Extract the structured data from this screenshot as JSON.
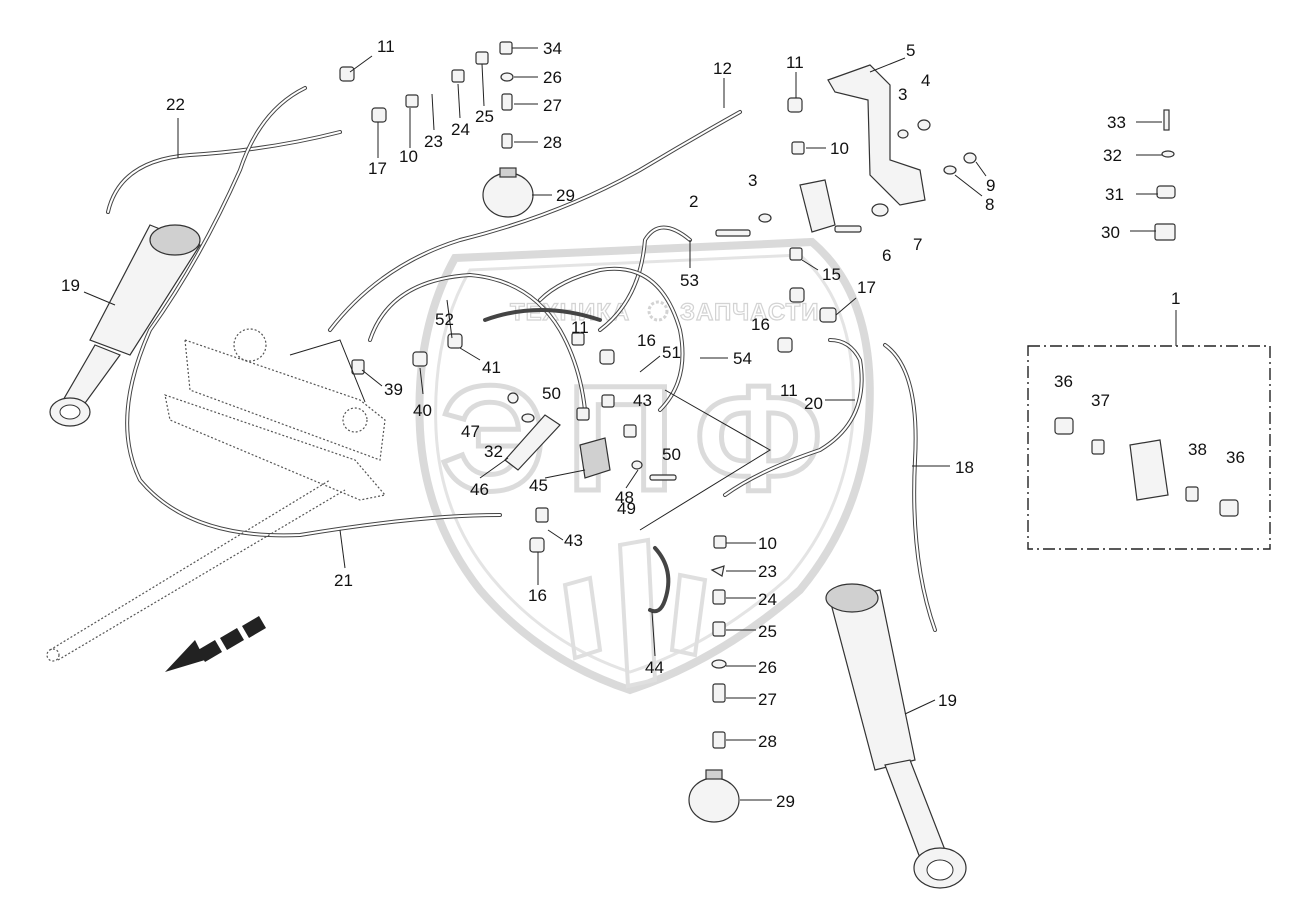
{
  "watermark": {
    "brand": "ТЕХНИКА",
    "brand2": "ЗАПЧАСТИ",
    "logo_letters": "ЭПФ"
  },
  "callouts": [
    {
      "id": "c-11a",
      "text": "11"
    },
    {
      "id": "c-34",
      "text": "34"
    },
    {
      "id": "c-26a",
      "text": "26"
    },
    {
      "id": "c-22",
      "text": "22"
    },
    {
      "id": "c-27a",
      "text": "27"
    },
    {
      "id": "c-28a",
      "text": "28"
    },
    {
      "id": "c-17a",
      "text": "17"
    },
    {
      "id": "c-10a",
      "text": "10"
    },
    {
      "id": "c-23a",
      "text": "23"
    },
    {
      "id": "c-24a",
      "text": "24"
    },
    {
      "id": "c-25a",
      "text": "25"
    },
    {
      "id": "c-29a",
      "text": "29"
    },
    {
      "id": "c-12",
      "text": "12"
    },
    {
      "id": "c-11b",
      "text": "11"
    },
    {
      "id": "c-5",
      "text": "5"
    },
    {
      "id": "c-3a",
      "text": "3"
    },
    {
      "id": "c-4",
      "text": "4"
    },
    {
      "id": "c-10b",
      "text": "10"
    },
    {
      "id": "c-9",
      "text": "9"
    },
    {
      "id": "c-8",
      "text": "8"
    },
    {
      "id": "c-3b",
      "text": "3"
    },
    {
      "id": "c-2",
      "text": "2"
    },
    {
      "id": "c-6",
      "text": "6"
    },
    {
      "id": "c-7",
      "text": "7"
    },
    {
      "id": "c-33",
      "text": "33"
    },
    {
      "id": "c-32a",
      "text": "32"
    },
    {
      "id": "c-31",
      "text": "31"
    },
    {
      "id": "c-30",
      "text": "30"
    },
    {
      "id": "c-19a",
      "text": "19"
    },
    {
      "id": "c-53",
      "text": "53"
    },
    {
      "id": "c-15",
      "text": "15"
    },
    {
      "id": "c-17b",
      "text": "17"
    },
    {
      "id": "c-16a",
      "text": "16"
    },
    {
      "id": "c-52",
      "text": "52"
    },
    {
      "id": "c-11c",
      "text": "11"
    },
    {
      "id": "c-16b",
      "text": "16"
    },
    {
      "id": "c-51",
      "text": "51"
    },
    {
      "id": "c-54",
      "text": "54"
    },
    {
      "id": "c-41",
      "text": "41"
    },
    {
      "id": "c-39",
      "text": "39"
    },
    {
      "id": "c-40",
      "text": "40"
    },
    {
      "id": "c-50a",
      "text": "50"
    },
    {
      "id": "c-43a",
      "text": "43"
    },
    {
      "id": "c-11d",
      "text": "11"
    },
    {
      "id": "c-20",
      "text": "20"
    },
    {
      "id": "c-1",
      "text": "1"
    },
    {
      "id": "c-47",
      "text": "47"
    },
    {
      "id": "c-32b",
      "text": "32"
    },
    {
      "id": "c-50b",
      "text": "50"
    },
    {
      "id": "c-18",
      "text": "18"
    },
    {
      "id": "c-36a",
      "text": "36"
    },
    {
      "id": "c-37",
      "text": "37"
    },
    {
      "id": "c-38",
      "text": "38"
    },
    {
      "id": "c-36b",
      "text": "36"
    },
    {
      "id": "c-46",
      "text": "46"
    },
    {
      "id": "c-45",
      "text": "45"
    },
    {
      "id": "c-48",
      "text": "48"
    },
    {
      "id": "c-49",
      "text": "49"
    },
    {
      "id": "c-21",
      "text": "21"
    },
    {
      "id": "c-43b",
      "text": "43"
    },
    {
      "id": "c-10c",
      "text": "10"
    },
    {
      "id": "c-16c",
      "text": "16"
    },
    {
      "id": "c-23b",
      "text": "23"
    },
    {
      "id": "c-24b",
      "text": "24"
    },
    {
      "id": "c-25b",
      "text": "25"
    },
    {
      "id": "c-44",
      "text": "44"
    },
    {
      "id": "c-26b",
      "text": "26"
    },
    {
      "id": "c-27b",
      "text": "27"
    },
    {
      "id": "c-28b",
      "text": "28"
    },
    {
      "id": "c-19b",
      "text": "19"
    },
    {
      "id": "c-29b",
      "text": "29"
    }
  ]
}
